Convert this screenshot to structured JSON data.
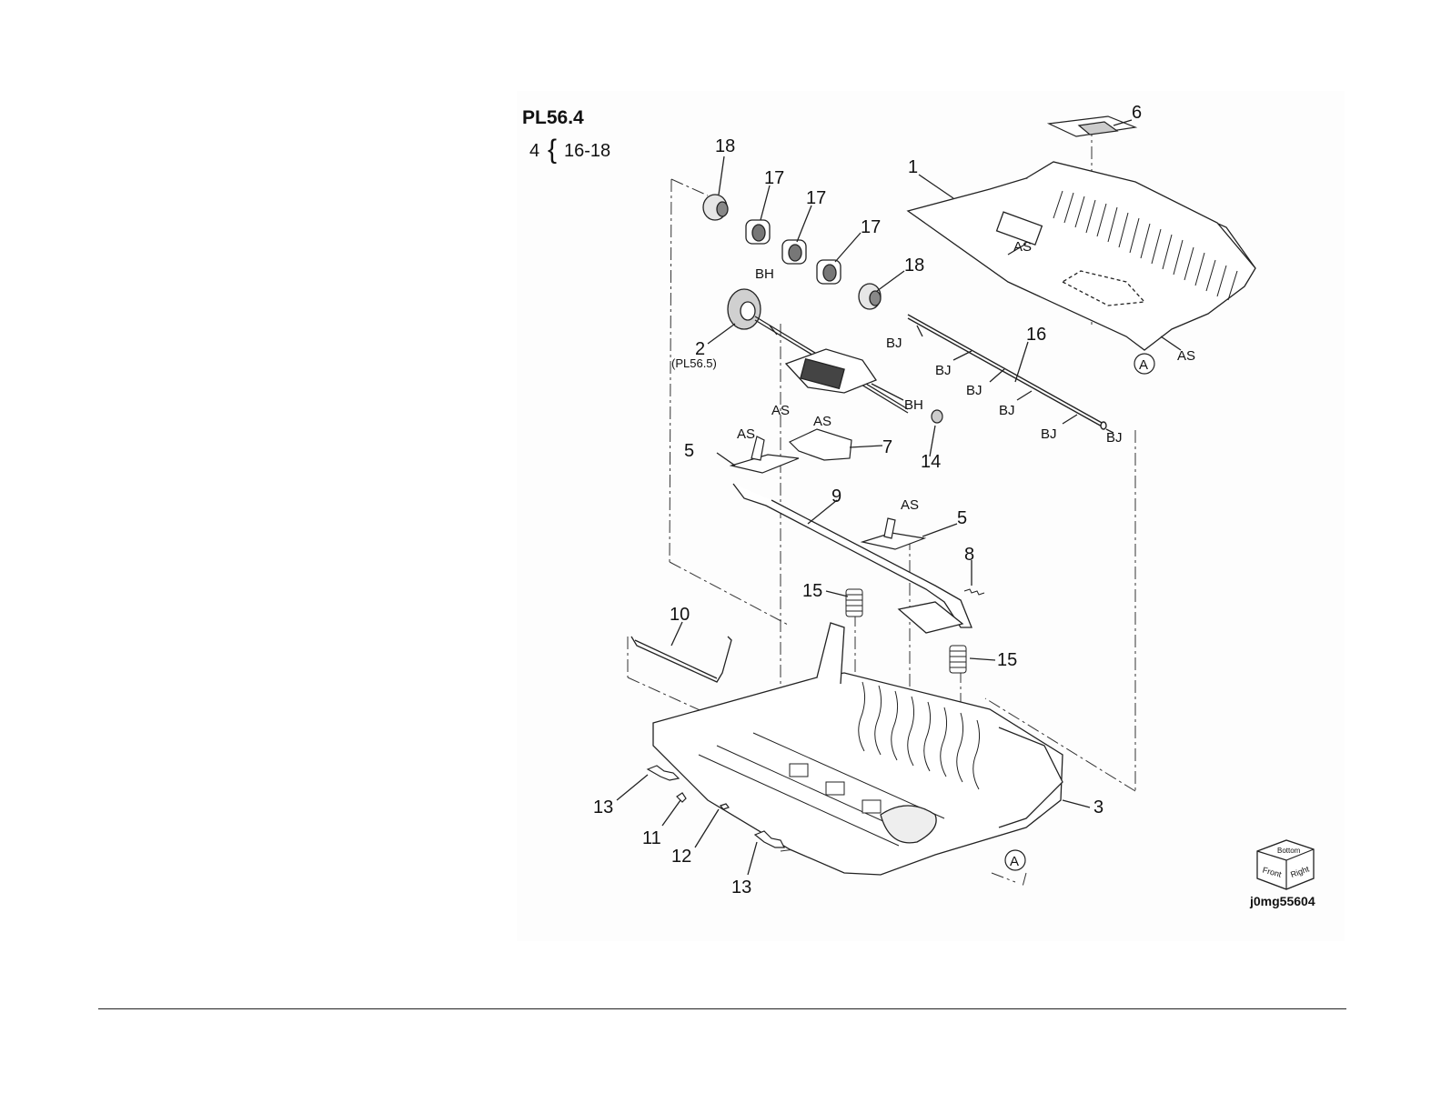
{
  "figure": {
    "plate_id": "PL56.4",
    "note_prefix": "4",
    "note_brace": "{",
    "note_range": "16-18",
    "image_code": "j0mg55604",
    "cube_label_1": "Front",
    "cube_label_2": "Right",
    "cube_label_3": "Bottom",
    "callouts": {
      "c1": "1",
      "c2": "2",
      "c2_ref": "(PL56.5)",
      "c3": "3",
      "c5a": "5",
      "c5b": "5",
      "c6": "6",
      "c7": "7",
      "c8": "8",
      "c9": "9",
      "c10": "10",
      "c11": "11",
      "c12": "12",
      "c13a": "13",
      "c13b": "13",
      "c14": "14",
      "c15a": "15",
      "c15b": "15",
      "c16": "16",
      "c17a": "17",
      "c17b": "17",
      "c17c": "17",
      "c18a": "18",
      "c18b": "18"
    },
    "refs": {
      "as_top": "AS",
      "as_right": "AS",
      "as_mid": "AS",
      "as_bracket": "AS",
      "as_left": "AS",
      "as_lower": "AS",
      "bh_top": "BH",
      "bh_right": "BH",
      "bj_1": "BJ",
      "bj_2": "BJ",
      "bj_3": "BJ",
      "bj_4": "BJ",
      "bj_5": "BJ",
      "bj_6": "BJ",
      "a_top": "A",
      "a_bottom": "A"
    }
  }
}
